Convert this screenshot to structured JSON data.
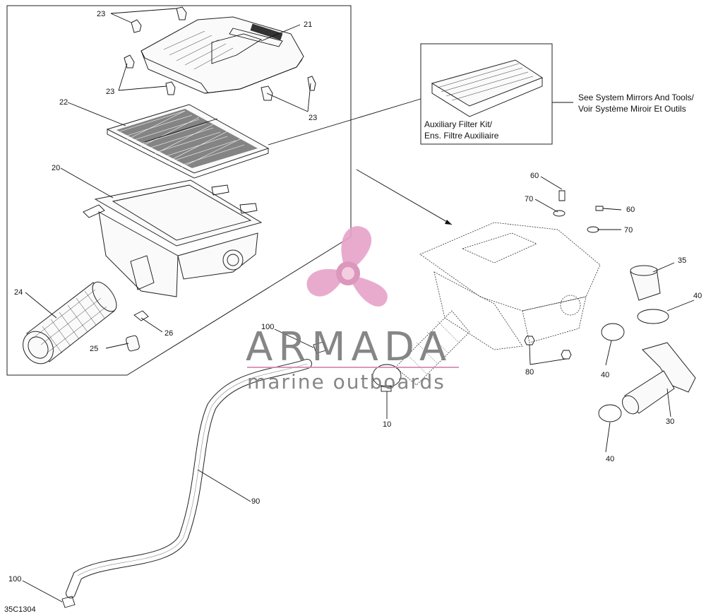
{
  "diagram_code": "35C1304",
  "note_system_mirrors": [
    "See System Mirrors And Tools/",
    "Voir Système Miroir Et Outils"
  ],
  "auxiliary_kit": [
    "Auxiliary Filter Kit/",
    "Ens. Filtre Auxiliaire"
  ],
  "watermark": {
    "brand": "ARMADA",
    "tagline": "marine outboards",
    "color": "#d98cb5"
  },
  "callouts": {
    "c23a": "23",
    "c21": "21",
    "c23b": "23",
    "c23c": "23",
    "c22": "22",
    "c20": "20",
    "c24": "24",
    "c26": "26",
    "c25": "25",
    "c60a": "60",
    "c70a": "70",
    "c60b": "60",
    "c70b": "70",
    "c35": "35",
    "c40a": "40",
    "c40b": "40",
    "c40c": "40",
    "c30": "30",
    "c80": "80",
    "c10": "10",
    "c100a": "100",
    "c100b": "100",
    "c90": "90"
  }
}
